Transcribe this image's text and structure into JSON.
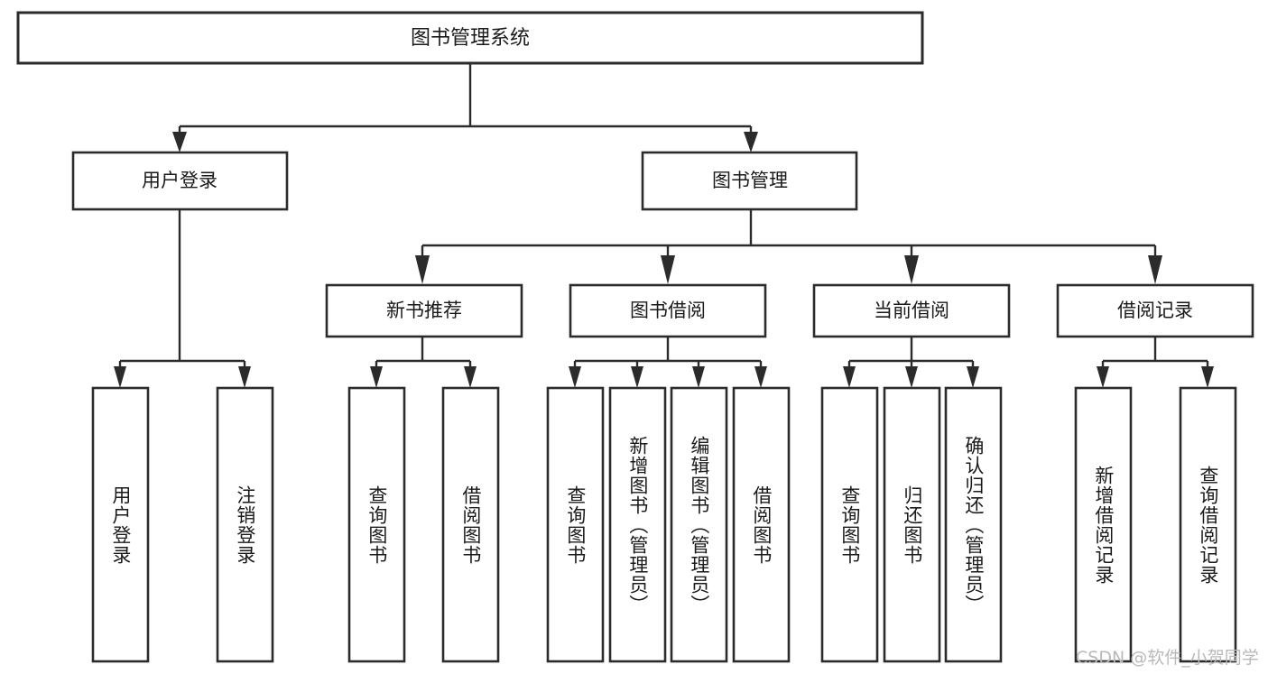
{
  "diagram": {
    "type": "tree",
    "title": "图书管理系统",
    "watermark": "CSDN @软件_小贺同学",
    "colors": {
      "stroke": "#2b2b2b",
      "fill": "#ffffff",
      "text": "#1a1a1a",
      "watermark": "#b9b9b9",
      "background": "#ffffff"
    },
    "nodes": {
      "root": {
        "label": "图书管理系统"
      },
      "level2": [
        {
          "id": "user-login",
          "label": "用户登录"
        },
        {
          "id": "book-management",
          "label": "图书管理"
        }
      ],
      "level3": [
        {
          "id": "new-book-recommend",
          "label": "新书推荐"
        },
        {
          "id": "book-borrow",
          "label": "图书借阅"
        },
        {
          "id": "current-borrow",
          "label": "当前借阅"
        },
        {
          "id": "borrow-record",
          "label": "借阅记录"
        }
      ],
      "leaves": [
        {
          "id": "leaf-user-login",
          "label": "用户登录",
          "parent": "user-login"
        },
        {
          "id": "leaf-logout-login",
          "label": "注销登录",
          "parent": "user-login"
        },
        {
          "id": "leaf-query-book-1",
          "label": "查询图书",
          "parent": "new-book-recommend"
        },
        {
          "id": "leaf-borrow-book-1",
          "label": "借阅图书",
          "parent": "new-book-recommend"
        },
        {
          "id": "leaf-query-book-2",
          "label": "查询图书",
          "parent": "book-borrow"
        },
        {
          "id": "leaf-add-book",
          "label": "新增图书（管理员）",
          "parent": "book-borrow"
        },
        {
          "id": "leaf-edit-book",
          "label": "编辑图书（管理员）",
          "parent": "book-borrow"
        },
        {
          "id": "leaf-borrow-book-2",
          "label": "借阅图书",
          "parent": "book-borrow"
        },
        {
          "id": "leaf-query-book-3",
          "label": "查询图书",
          "parent": "current-borrow"
        },
        {
          "id": "leaf-return-book",
          "label": "归还图书",
          "parent": "current-borrow"
        },
        {
          "id": "leaf-confirm-return",
          "label": "确认归还（管理员）",
          "parent": "current-borrow"
        },
        {
          "id": "leaf-add-record",
          "label": "新增借阅记录",
          "parent": "borrow-record"
        },
        {
          "id": "leaf-query-record",
          "label": "查询借阅记录",
          "parent": "borrow-record"
        }
      ]
    }
  }
}
